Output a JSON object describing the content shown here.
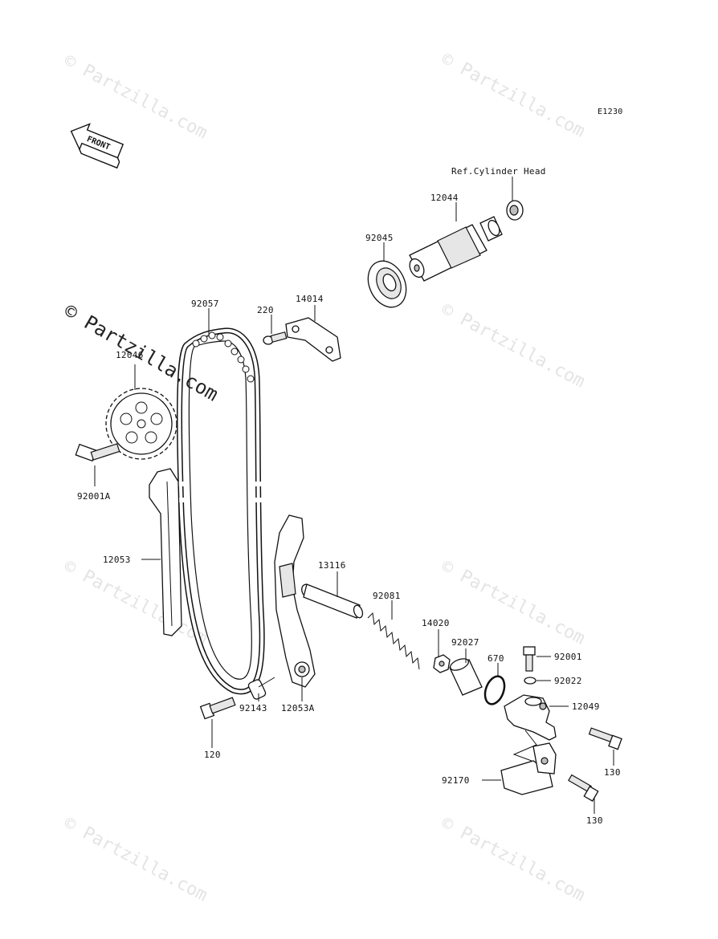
{
  "diagram_code": "E1230",
  "front_label": "FRONT",
  "watermark": {
    "text": "© Partzilla.com"
  },
  "callouts": {
    "ref_cylinder_head": "Ref.Cylinder Head",
    "p12044": "12044",
    "p92045": "92045",
    "p92057": "92057",
    "p220": "220",
    "p14014": "14014",
    "p12046": "12046",
    "p92001A": "92001A",
    "p12053": "12053",
    "p13116": "13116",
    "p92081": "92081",
    "p14020": "14020",
    "p92027": "92027",
    "p670": "670",
    "p92001": "92001",
    "p92022": "92022",
    "p12049": "12049",
    "p92143": "92143",
    "p12053A": "12053A",
    "p120": "120",
    "p130a": "130",
    "p130b": "130",
    "p92170": "92170"
  }
}
